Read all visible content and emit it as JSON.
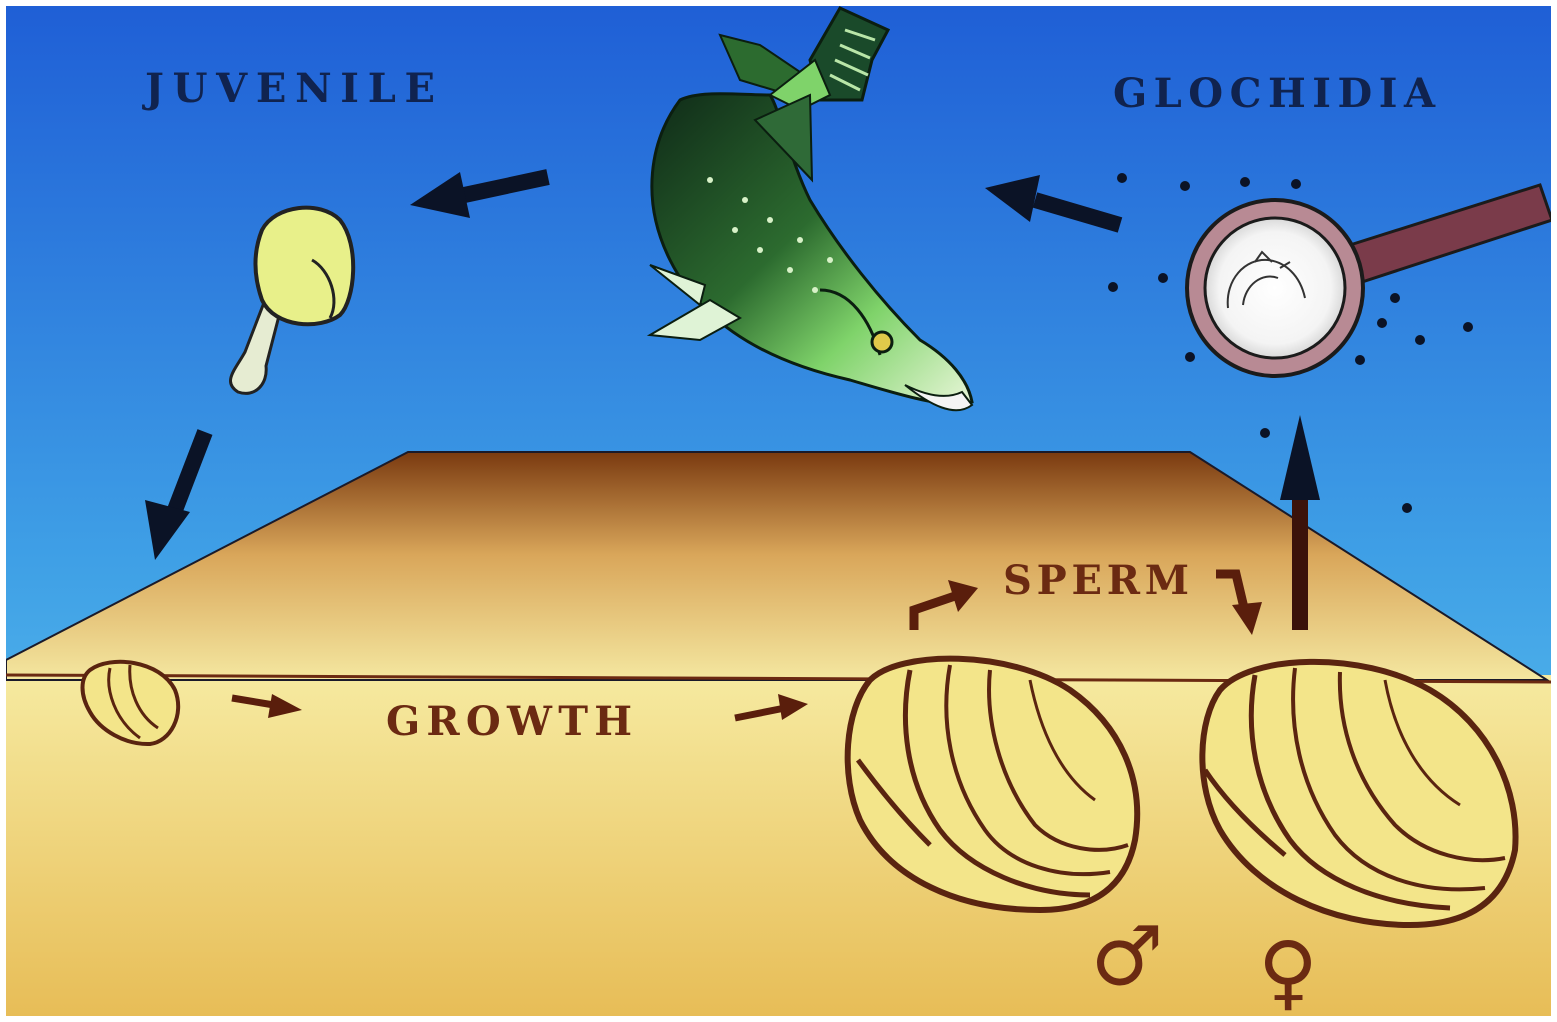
{
  "labels": {
    "juvenile": "JUVENILE",
    "glochidia": "GLOCHIDIA",
    "sperm": "SPERM",
    "growth": "GROWTH",
    "male_symbol": "♂",
    "female_symbol": "♀"
  },
  "colors": {
    "water_top": "#1f5fd6",
    "water_bottom": "#5fc6ee",
    "bank_top": "#7a3a10",
    "bank_bottom": "#f4e7a0",
    "sediment_top": "#f6eaa0",
    "sediment_bottom": "#e7bd57",
    "text_dark_blue": "#10234f",
    "text_brown": "#6b2a12",
    "arrow_dark": "#0b1326",
    "arrow_brown": "#5a1e0c",
    "fish_back": "#0f2a18",
    "fish_body": "#7fd36a",
    "shell_fill": "#f3e58a",
    "shell_line": "#5a2410",
    "juvenile_shell": "#e8f08a"
  }
}
